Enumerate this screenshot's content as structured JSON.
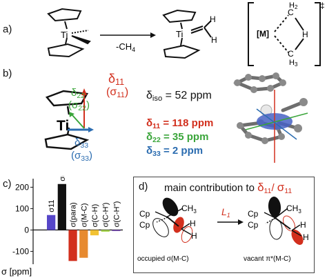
{
  "panels": {
    "a": "a)",
    "b": "b)",
    "c": "c)",
    "d": "d)"
  },
  "scheme_a": {
    "reactant_metal": "Ti",
    "product_metal": "Ti",
    "product_h": "H",
    "arrow_label": "-CH",
    "arrow_label_sub": "4",
    "ts_metal": "[M]",
    "ts_c": "C",
    "ts_h2": "H",
    "ts_h2_sub": "2",
    "ts_h": "H",
    "ts_h3": "H",
    "ts_h3_sub": "3",
    "ts_dagger": "‡"
  },
  "panel_b": {
    "metal": "Ti",
    "delta11": "δ",
    "delta11_sub": "11",
    "sigma11": "(σ",
    "sigma11_sub": "11",
    "delta22": "δ",
    "delta22_sub": "22",
    "sigma22": "(σ",
    "sigma22_sub": "22",
    "delta33": "δ",
    "delta33_sub": "33",
    "sigma33": "(σ",
    "sigma33_sub": "33",
    "iso_label": "δ",
    "iso_sub": "iso",
    "iso_value": " = 52 ppm",
    "v11": " = 118 ppm",
    "v22": " = 35 ppm",
    "v33": " = 2 ppm",
    "colors": {
      "d11": "#d22f1d",
      "d22": "#3aa53a",
      "d33": "#2b6cb0"
    }
  },
  "chart_data": {
    "type": "bar",
    "categories": [
      "σ11",
      "σ(dia)",
      "σ(para)",
      "σ(M-C)",
      "σ(C-H)",
      "σ(C-H')",
      "σ(C-H'')"
    ],
    "values": [
      70,
      215,
      -145,
      -130,
      -25,
      -8,
      -4
    ],
    "colors": [
      "#5646c8",
      "#111111",
      "#d22f1d",
      "#e78a30",
      "#f2c233",
      "#a6d64a",
      "#7848b8"
    ],
    "ylim": [
      -160,
      240
    ],
    "yticks": [
      200,
      100,
      0,
      -100
    ],
    "ylabel": "σ [ppm]"
  },
  "panel_d": {
    "title": "main contribution to ",
    "title_delta": "δ",
    "title_delta_sub": "11",
    "title_sep": "/ ",
    "title_sigma": "σ",
    "title_sigma_sub": "11",
    "ch3": "CH",
    "ch3_sub": "3",
    "cp1": "Cp",
    "cp2": "Cp",
    "h": "H",
    "operator": "L",
    "operator_sub": "1",
    "left_caption": "occupied σ(M-C)",
    "right_caption": "vacant π*(M-C)"
  }
}
